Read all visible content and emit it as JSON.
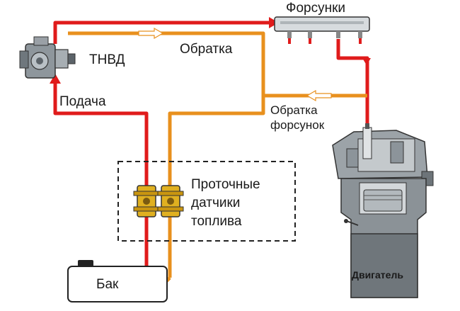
{
  "diagram": {
    "labels": {
      "injectors": "Форсунки",
      "pump": "ТНВД",
      "return": "Обратка",
      "supply": "Подача",
      "injector_return_line1": "Обратка",
      "injector_return_line2": "форсунок",
      "sensors_line1": "Проточные",
      "sensors_line2": "датчики",
      "sensors_line3": "топлива",
      "tank": "Бак",
      "engine": "Двигатель"
    },
    "colors": {
      "supply_line": "#e01b1b",
      "return_line": "#e8901e",
      "sensor_body": "#e0b020",
      "component_gray": "#9aa0a6",
      "outline": "#222222"
    }
  }
}
